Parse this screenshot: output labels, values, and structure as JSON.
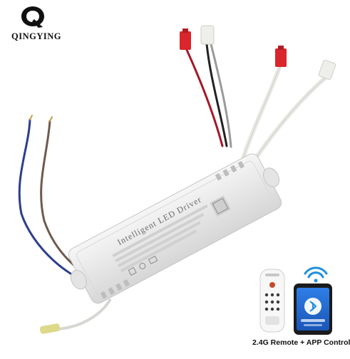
{
  "brand": {
    "name": "QINGYING"
  },
  "product": {
    "label": "Intelligent LED Driver"
  },
  "caption": {
    "text": "2.4G Remote + APP Control"
  },
  "icons": {
    "logo": "brand-q-mark",
    "wifi": "wifi-icon",
    "bluetooth": "bluetooth-icon",
    "remote": "remote-control",
    "phone": "smartphone"
  },
  "colors": {
    "housing": "#e9e9e9",
    "wire_blue": "#2c3f8c",
    "wire_brown": "#6f5a4f",
    "wire_red": "#a3192a",
    "wire_black": "#222222",
    "wire_grey": "#9a9a9a",
    "wire_white": "#e8e8e4",
    "connector_red": "#d8262c",
    "wifi_blue": "#1f8fe0"
  }
}
